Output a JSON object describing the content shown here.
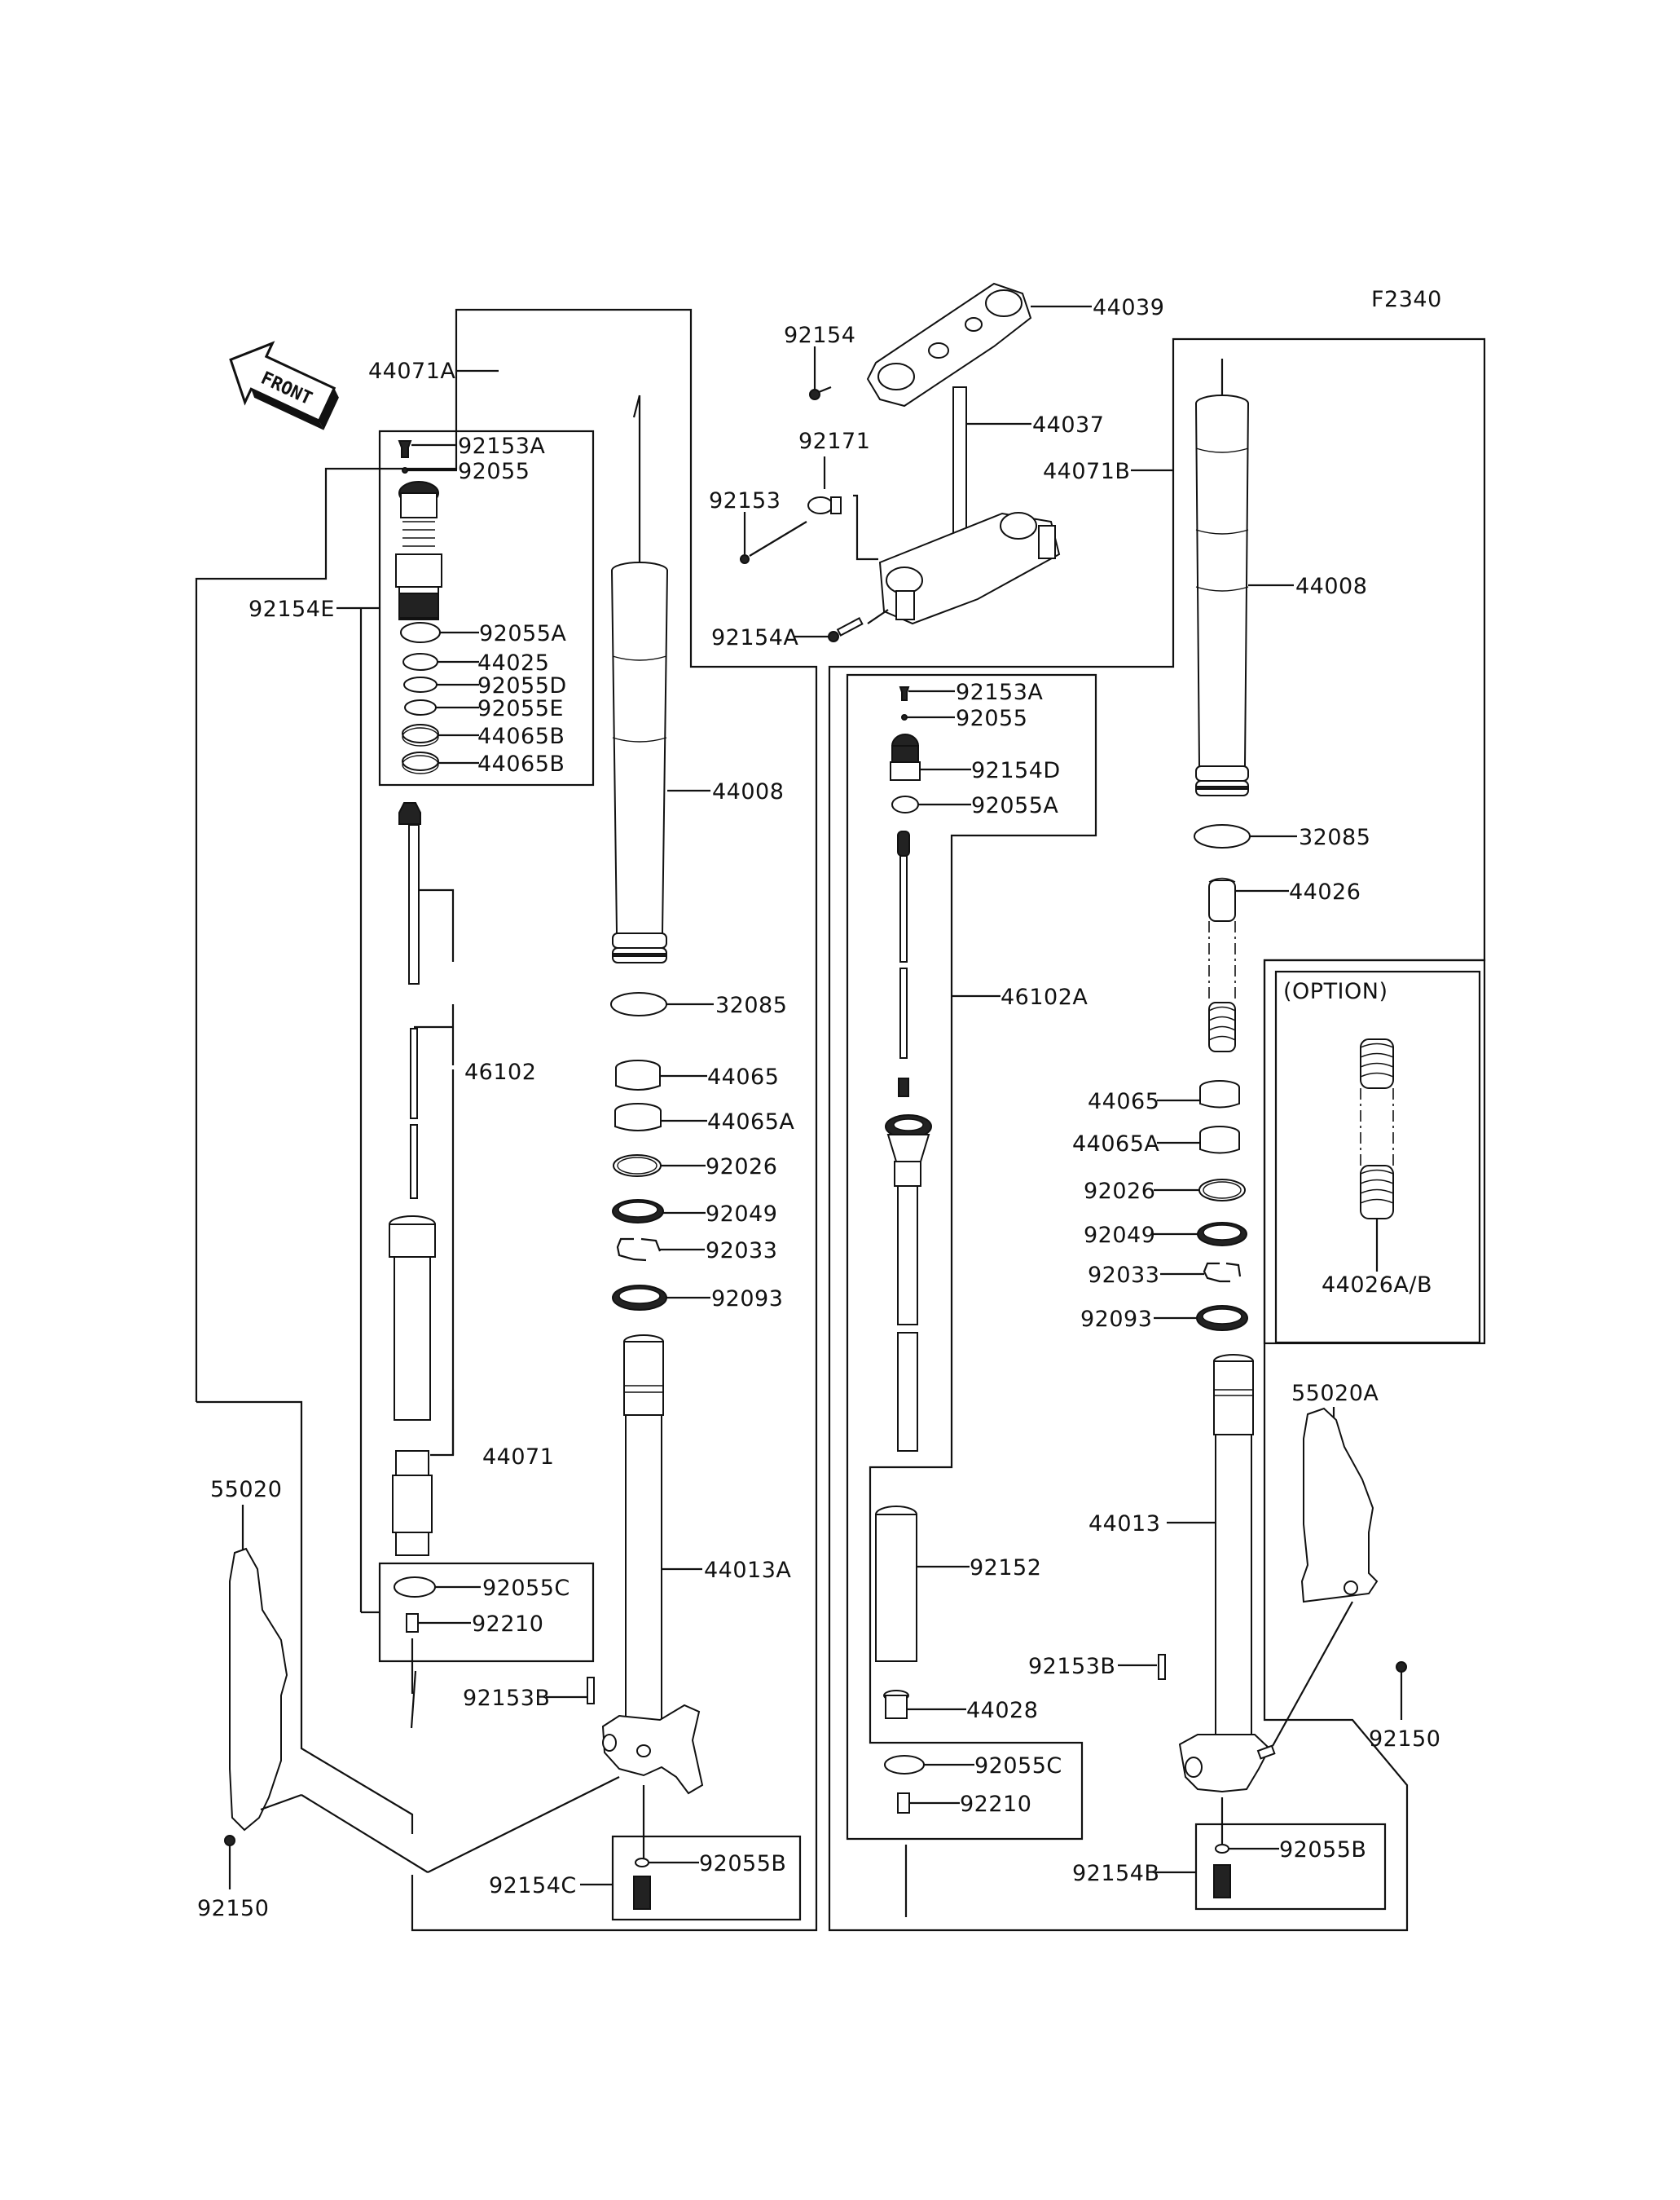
{
  "diagram": {
    "figure_code": "F2340",
    "front_label": "FRONT",
    "option_label": "(OPTION)",
    "labels": {
      "l44071A": "44071A",
      "l92153A_l": "92153A",
      "l92055_l": "92055",
      "l92154E": "92154E",
      "l92055A_l": "92055A",
      "l44025": "44025",
      "l92055D": "92055D",
      "l92055E": "92055E",
      "l44065B_1": "44065B",
      "l44065B_2": "44065B",
      "l46102": "46102",
      "l44071": "44071",
      "l92055C_l": "92055C",
      "l92210_l": "92210",
      "l55020": "55020",
      "l92150_l": "92150",
      "l92153B_l": "92153B",
      "l92154C": "92154C",
      "l92055B_l": "92055B",
      "l44008_l": "44008",
      "l32085_l": "32085",
      "l44065_l": "44065",
      "l44065A_l": "44065A",
      "l92026_l": "92026",
      "l92049_l": "92049",
      "l92033_l": "92033",
      "l92093_l": "92093",
      "l44013A": "44013A",
      "l92154": "92154",
      "l44039": "44039",
      "l44037": "44037",
      "l92171": "92171",
      "l92153": "92153",
      "l92154A": "92154A",
      "l44071B": "44071B",
      "l92153A_m": "92153A",
      "l92055_m": "92055",
      "l92154D": "92154D",
      "l92055A_m": "92055A",
      "l46102A": "46102A",
      "l92152": "92152",
      "l44028": "44028",
      "l92055C_m": "92055C",
      "l92210_m": "92210",
      "l44008_r": "44008",
      "l32085_r": "32085",
      "l44026": "44026",
      "l44065_r": "44065",
      "l44065A_r": "44065A",
      "l92026_r": "92026",
      "l92049_r": "92049",
      "l92033_r": "92033",
      "l92093_r": "92093",
      "l44026AB": "44026A/B",
      "l44013": "44013",
      "l55020A": "55020A",
      "l92153B_r": "92153B",
      "l92150_r": "92150",
      "l92154B": "92154B",
      "l92055B_r": "92055B"
    }
  }
}
